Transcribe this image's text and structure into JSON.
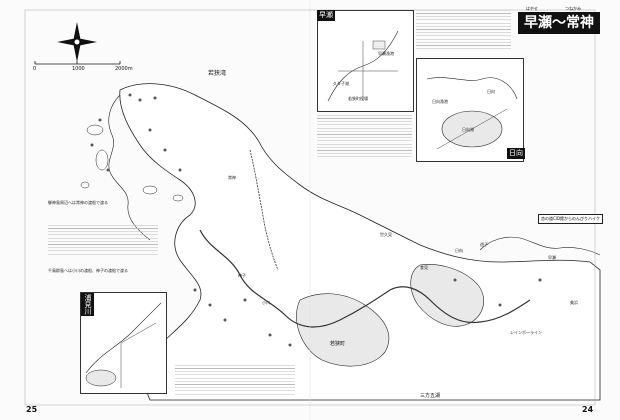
{
  "title": {
    "main": "早瀬〜常神",
    "ruby_left": "はやせ",
    "ruby_right": "つねかみ"
  },
  "page_numbers": {
    "left": "25",
    "right": "24"
  },
  "scale": {
    "zero": "0",
    "mid": "1000",
    "end": "2000m"
  },
  "sea_label": "若狭湾",
  "lake_label": "若狭町",
  "bottom_label": "三方五湖",
  "insets": {
    "hayase": "早瀬",
    "hyuga": "日向",
    "urami": "浦見川"
  },
  "hayase_labels": [
    "早瀬漁港",
    "久々子湖",
    "若狭町役場"
  ],
  "hyuga_labels": [
    "日向湖",
    "日向漁港",
    "日向"
  ],
  "notes": [
    "御神島周辺へは常神の渡船で渡る",
    "千鳥群島へは小川の渡船、神子の渡船で渡る"
  ],
  "map_labels": {
    "tsunekami": "常神",
    "mikomi": "神子",
    "ogawa": "小川",
    "yuu": "遊子",
    "sekaku": "世久見",
    "kumo": "食見",
    "hayase_town": "早瀬",
    "hyuga_town": "日向",
    "mikata": "美浜",
    "reinbow": "レインボーライン"
  },
  "callout_text": "恋の道CID館からのんびりハイク"
}
